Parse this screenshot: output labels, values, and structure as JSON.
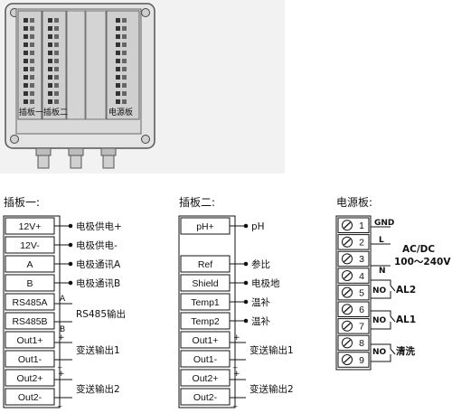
{
  "device": {
    "board_labels": [
      "插板一",
      "插板二",
      "电源板"
    ]
  },
  "board1": {
    "title": "插板一:",
    "rows": [
      {
        "label": "12V+",
        "desc": "电极供电+"
      },
      {
        "label": "12V-",
        "desc": "电极供电-"
      },
      {
        "label": "A",
        "desc": "电极通讯A"
      },
      {
        "label": "B",
        "desc": "电极通讯B"
      },
      {
        "label": "RS485A",
        "desc": ""
      },
      {
        "label": "RS485B",
        "desc": ""
      },
      {
        "label": "Out1+",
        "desc": ""
      },
      {
        "label": "Out1-",
        "desc": ""
      },
      {
        "label": "Out2+",
        "desc": ""
      },
      {
        "label": "Out2-",
        "desc": ""
      }
    ],
    "rs485_desc": "RS485输出",
    "rs485_a_mark": "A",
    "rs485_b_mark": "B",
    "out1_desc": "变送输出1",
    "out2_desc": "变送输出2",
    "plus": "+",
    "minus": "_"
  },
  "board2": {
    "title": "插板二:",
    "rows": [
      {
        "label": "pH+",
        "desc": "pH"
      },
      {
        "label": "",
        "desc": ""
      },
      {
        "label": "Ref",
        "desc": "参比"
      },
      {
        "label": "Shield",
        "desc": "电极地"
      },
      {
        "label": "Temp1",
        "desc": "温补"
      },
      {
        "label": "Temp2",
        "desc": "温补"
      },
      {
        "label": "Out1+",
        "desc": ""
      },
      {
        "label": "Out1-",
        "desc": ""
      },
      {
        "label": "Out2+",
        "desc": ""
      },
      {
        "label": "Out2-",
        "desc": ""
      }
    ],
    "out1_desc": "变送输出1",
    "out2_desc": "变送输出2",
    "plus": "+",
    "minus": "_"
  },
  "power": {
    "title": "电源板:",
    "terminals": [
      "1",
      "2",
      "3",
      "4",
      "5",
      "6",
      "7",
      "8",
      "9"
    ],
    "gnd": "GND",
    "l": "L",
    "n": "N",
    "ac_line1": "AC/DC",
    "ac_line2": "100～240V",
    "no1": "NO",
    "no2": "NO",
    "no3": "NO",
    "al2": "AL2",
    "al1": "AL1",
    "clean": "清洗"
  }
}
